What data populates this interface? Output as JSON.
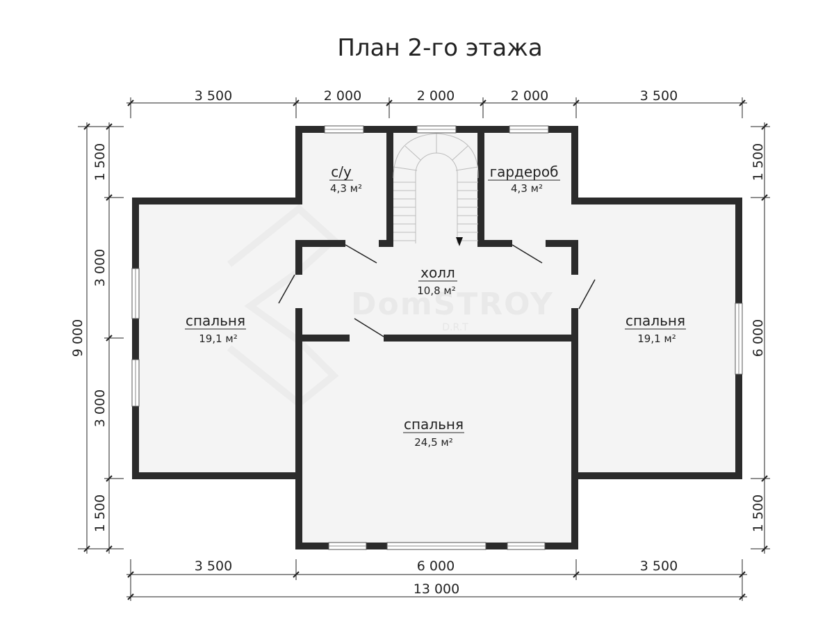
{
  "title": "План 2-го этажа",
  "dimensions": {
    "top": [
      "3 500",
      "2 000",
      "2 000",
      "2 000",
      "3 500"
    ],
    "bottom": [
      "3 500",
      "6 000",
      "3 500"
    ],
    "bottom_total": "13 000",
    "left": [
      "1 500",
      "3 000",
      "3 000",
      "1 500"
    ],
    "left_total": "9 000",
    "right": [
      "1 500",
      "6 000",
      "1 500"
    ]
  },
  "rooms": {
    "bathroom": {
      "name": "с/у",
      "area": "4,3 м²"
    },
    "wardrobe": {
      "name": "гардероб",
      "area": "4,3 м²"
    },
    "hall": {
      "name": "холл",
      "area": "10,8 м²"
    },
    "bedroom_left": {
      "name": "спальня",
      "area": "19,1 м²"
    },
    "bedroom_right": {
      "name": "спальня",
      "area": "19,1 м²"
    },
    "bedroom_center": {
      "name": "спальня",
      "area": "24,5 м²"
    }
  },
  "watermark": {
    "brand": "DomSTROY",
    "sub": "D.R.T"
  },
  "colors": {
    "wall": "#2b2b2b",
    "room_fill": "#f4f4f4",
    "line": "#222222",
    "watermark": "#e9e9e9"
  }
}
